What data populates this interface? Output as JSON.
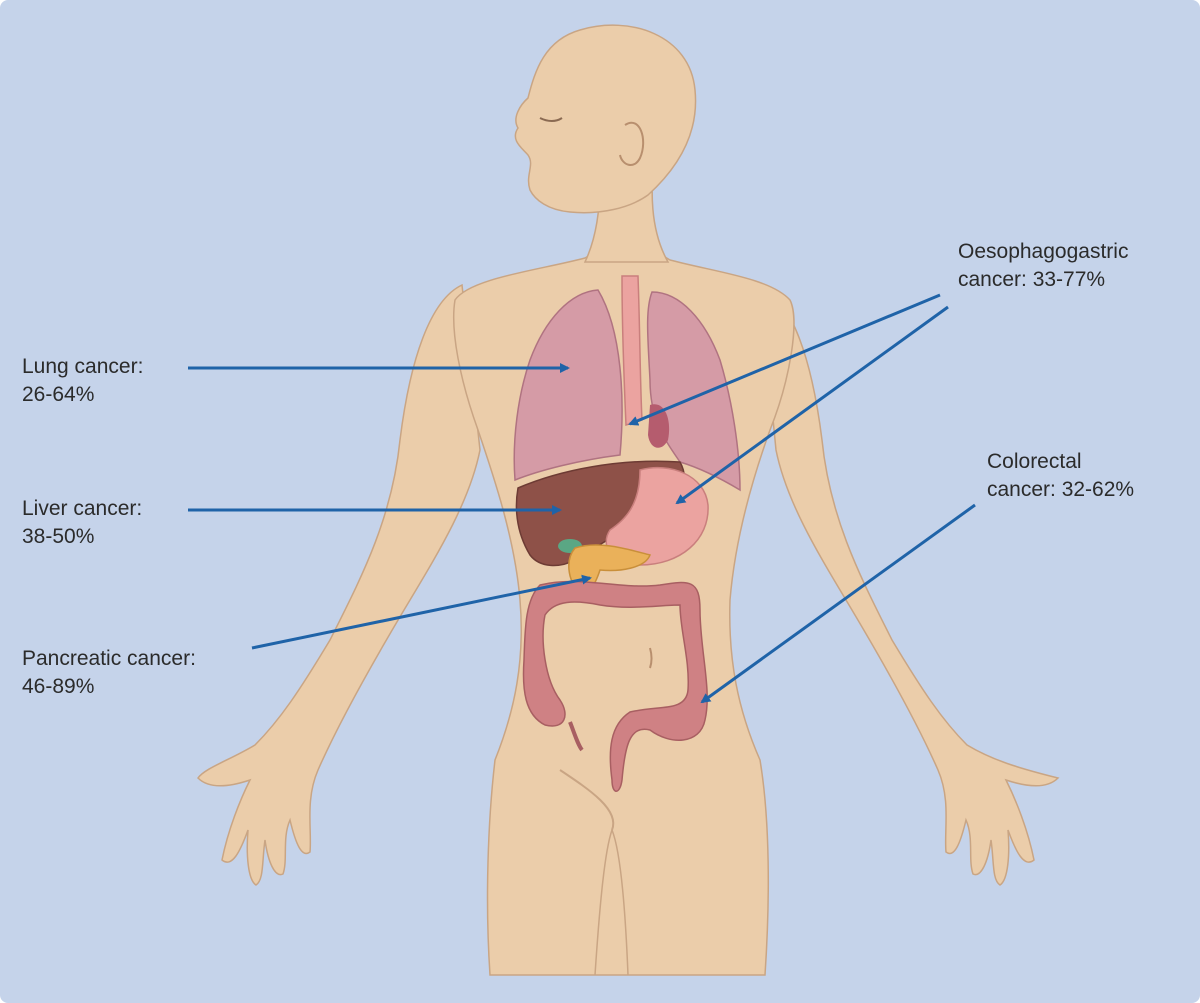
{
  "labels": {
    "lung": {
      "line1": "Lung cancer:",
      "line2": "26-64%"
    },
    "liver": {
      "line1": "Liver cancer:",
      "line2": "38-50%"
    },
    "pancreatic": {
      "line1": "Pancreatic cancer:",
      "line2": "46-89%"
    },
    "oesophagogastric": {
      "line1": "Oesophagogastric",
      "line2": "cancer: 33-77%"
    },
    "colorectal": {
      "line1": "Colorectal",
      "line2": "cancer: 32-62%"
    }
  },
  "colors": {
    "background": "#c5d3ea",
    "skin": "#ebcdaa",
    "arrow": "#1f63a8",
    "lung": "#d59ba6",
    "liver": "#8e5148",
    "stomach": "#eba3a0",
    "pancreas": "#eab15a",
    "colon": "#cf8184"
  }
}
